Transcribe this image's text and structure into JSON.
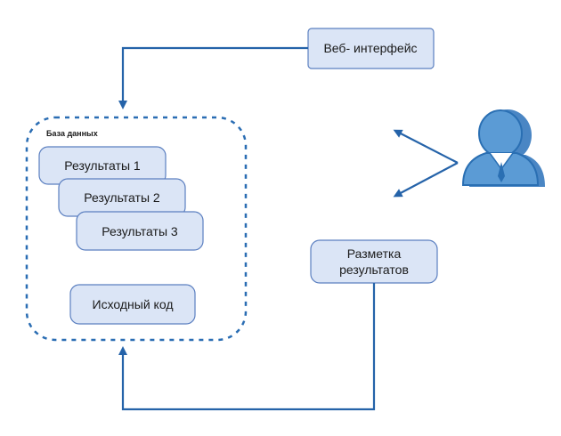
{
  "database": {
    "label": "База данных",
    "results": [
      "Результаты 1",
      "Результаты 2",
      "Результаты 3"
    ],
    "source_code": "Исходный код"
  },
  "web_interface": {
    "label": "Веб- интерфейс"
  },
  "markup": {
    "line1": "Разметка",
    "line2": "результатов"
  },
  "user": {
    "icon": "user-icon"
  },
  "colors": {
    "box_fill": "#dbe5f6",
    "box_stroke": "#5b7fc0",
    "arrow": "#2563a9",
    "dashed_border": "#2a6db3",
    "user_fill": "#5b9bd5",
    "user_stroke": "#2a6fb3"
  }
}
